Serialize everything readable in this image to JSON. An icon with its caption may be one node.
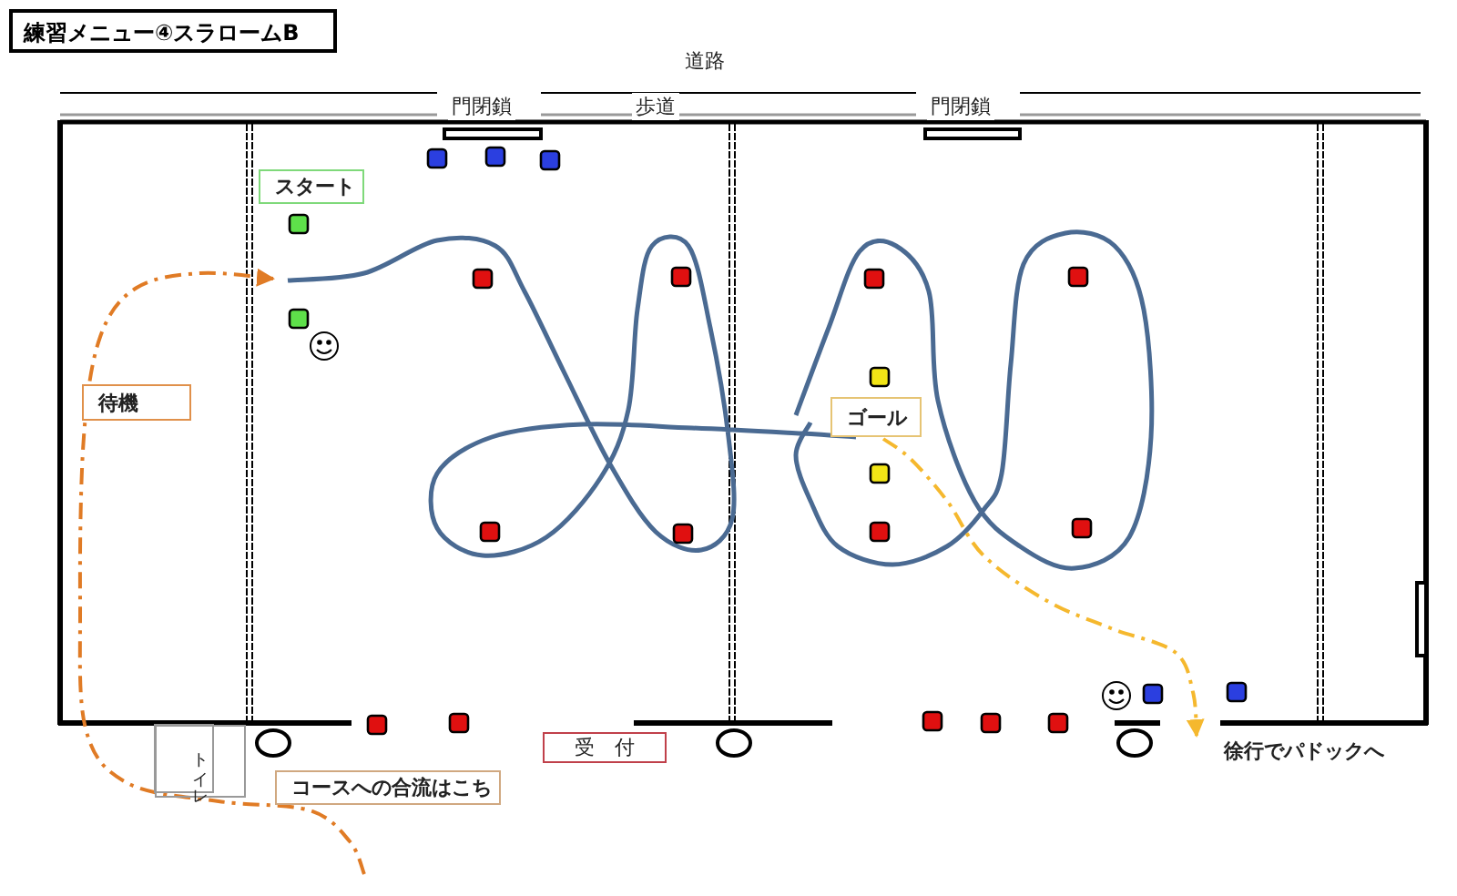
{
  "diagram": {
    "title": "練習メニュー④スラロームB",
    "nodes": [
      {
        "text": [
          "スタート"
        ]
      },
      {
        "text": [
          "待機"
        ]
      },
      {
        "text": [
          "ゴール"
        ]
      },
      {
        "text": [
          "トイレ"
        ]
      },
      {
        "text": [
          "受　付"
        ]
      },
      {
        "text": [
          "コースへの合流はこち"
        ]
      },
      {
        "text": [
          "徐行でパドックへ"
        ]
      }
    ],
    "edges": [
      {
        "from": 2,
        "to": 6,
        "arrow": "to",
        "style": "dashed",
        "color": "#f5b82e"
      }
    ],
    "labels": [
      "道路",
      "門閉鎖",
      "歩道",
      "門閉鎖"
    ]
  }
}
